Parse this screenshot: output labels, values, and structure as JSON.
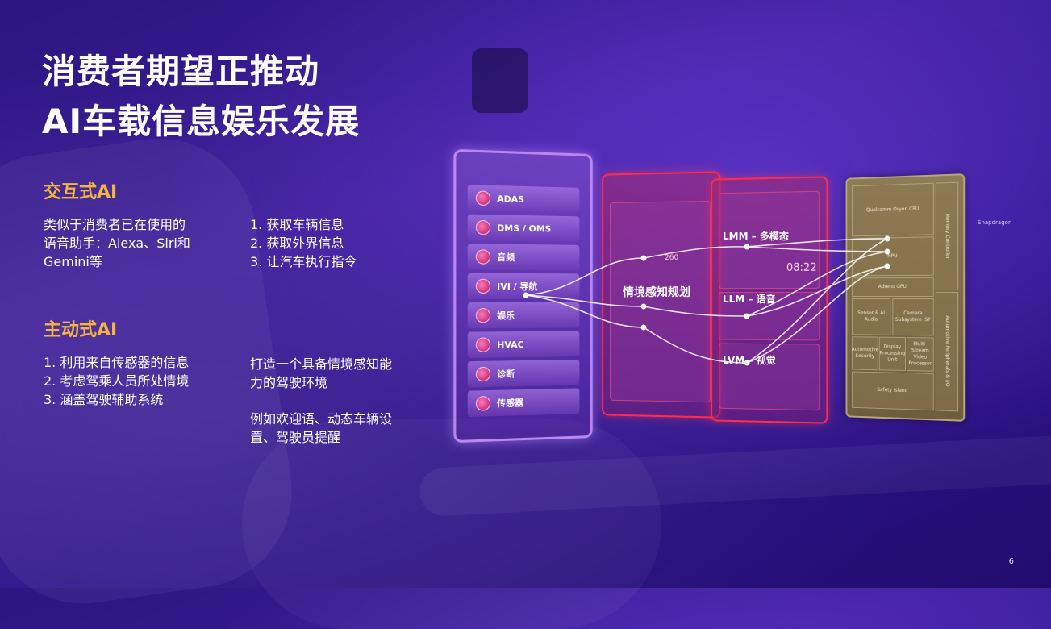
{
  "slide": {
    "title_line1": "消费者期望正推动",
    "title_line2": "AI车载信息娱乐发展",
    "page_number": "6"
  },
  "interactive_ai": {
    "heading": "交互式AI",
    "description": [
      "类似于消费者已在使用的",
      "语音助手：Alexa、Siri和",
      "Gemini等"
    ],
    "capabilities": [
      "1.  获取车辆信息",
      "2.  获取外界信息",
      "3.  让汽车执行指令"
    ]
  },
  "proactive_ai": {
    "heading": "主动式AI",
    "points": [
      "1.  利用来自传感器的信息",
      "2.  考虑驾乘人员所处情境",
      "3.  涵盖驾驶辅助系统"
    ],
    "goal": [
      "打造一个具备情境感知能",
      "力的驾驶环境"
    ],
    "examples": [
      "例如欢迎语、动态车辆设",
      "置、驾驶员提醒"
    ]
  },
  "diagram": {
    "menu_items": [
      "ADAS",
      "DMS / OMS",
      "音频",
      "IVI / 导航",
      "娱乐",
      "HVAC",
      "诊断",
      "传感器"
    ],
    "context_label": "情境感知规划",
    "models": [
      "LMM – 多模态",
      "LLM – 语音",
      "LVM – 视觉"
    ],
    "chip": {
      "cpu": "Qualcomm Oryon CPU",
      "npu": "NPU",
      "gpu": "Adreno GPU",
      "sensor_audio": "Sensor & AI Audio",
      "camera": "Camera Subsystem ISP",
      "security": "Automotive Security",
      "display": "Display Processing Unit",
      "video": "Multi-Stream Video Processor",
      "safety": "Safety Island",
      "memory": "Memory Controller",
      "peripherals": "Automotive Peripherals & I/O",
      "brand": "Snapdragon"
    },
    "screen_time": "08:22",
    "screen_speed": "260"
  },
  "colors": {
    "accent_heading": "#f6b43c",
    "panel_red": "#ff2d4a",
    "panel_purple": "#c896ff"
  }
}
